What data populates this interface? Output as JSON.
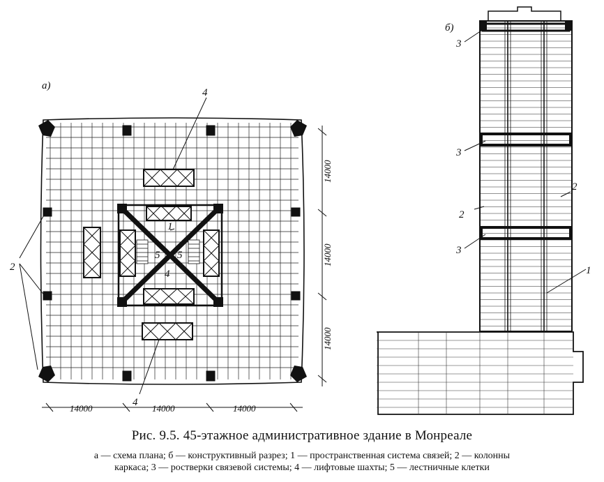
{
  "labels": {
    "panel_a": "а)",
    "panel_b": "б)",
    "n1": "1",
    "n2": "2",
    "n3": "3",
    "n4": "4",
    "n5": "5"
  },
  "dimensions": {
    "horizontal": [
      "14000",
      "14000",
      "14000"
    ],
    "vertical": [
      "14000",
      "14000",
      "14000"
    ]
  },
  "caption": {
    "title": "Рис. 9.5. 45-этажное административное здание в Монреале",
    "legend_line1": "а — схема плана; б — конструктивный разрез; 1 — пространственная система связей; 2 — колонны",
    "legend_line2": "каркаса; 3 — ростверки связевой системы; 4 — лифтовые шахты; 5 — лестничные клетки"
  }
}
